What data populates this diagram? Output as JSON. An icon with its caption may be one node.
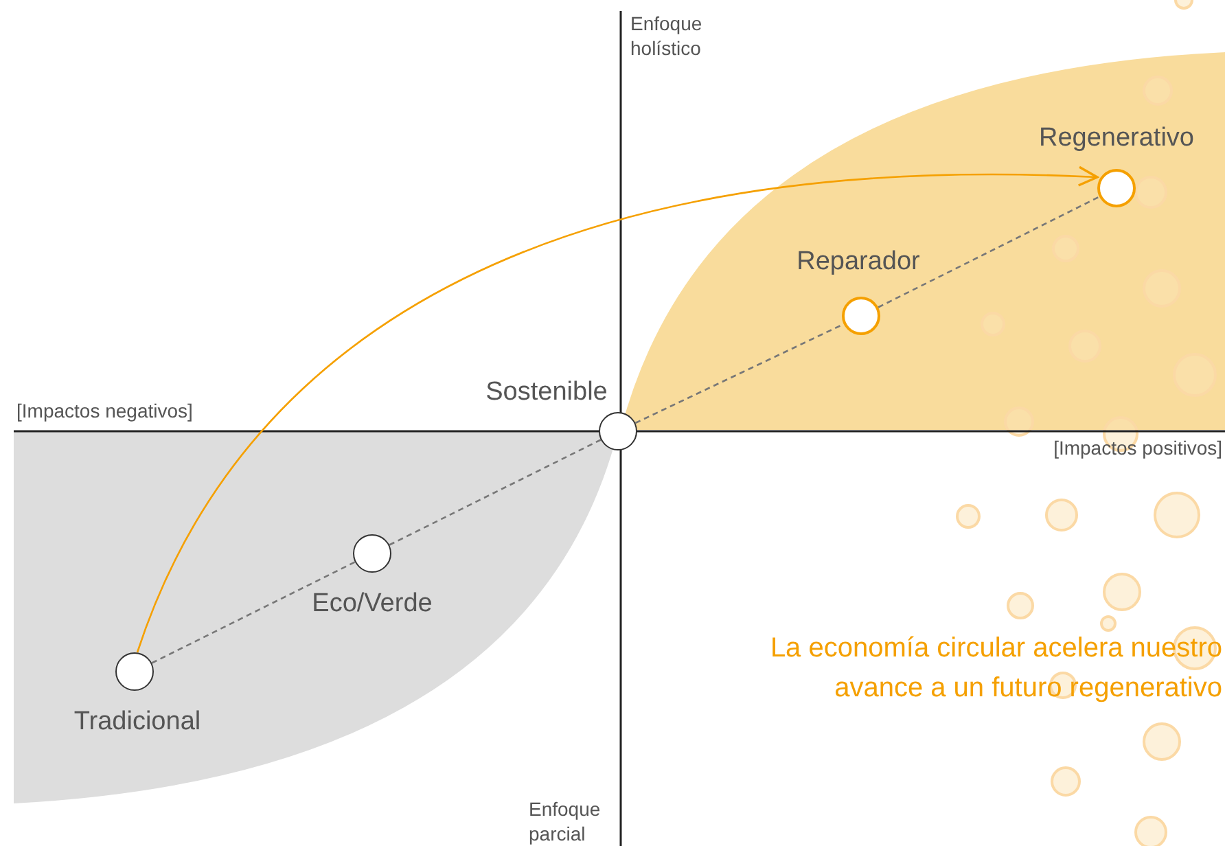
{
  "diagram": {
    "nodes": [
      {
        "text": [
          "Tradicional"
        ]
      },
      {
        "text": [
          "Eco/Verde"
        ]
      },
      {
        "text": [
          "Sostenible"
        ]
      },
      {
        "text": [
          "Reparador"
        ]
      },
      {
        "text": [
          "Regenerativo"
        ]
      }
    ],
    "edges": [
      {
        "from": 0,
        "to": 1,
        "arrow": "none",
        "style": "dashed"
      },
      {
        "from": 1,
        "to": 2,
        "arrow": "none",
        "style": "dashed"
      },
      {
        "from": 2,
        "to": 3,
        "arrow": "none",
        "style": "dashed"
      },
      {
        "from": 3,
        "to": 4,
        "arrow": "none",
        "style": "dashed"
      },
      {
        "from": 0,
        "to": 4,
        "arrow": "to",
        "color": "#f5a000"
      }
    ],
    "labels": [
      "Enfoque holístico",
      "[Impactos negativos]",
      "[Impactos positivos]",
      "La economía circular acelera nuestro avance a un futuro regenerativo",
      "Enfoque parcial"
    ]
  }
}
